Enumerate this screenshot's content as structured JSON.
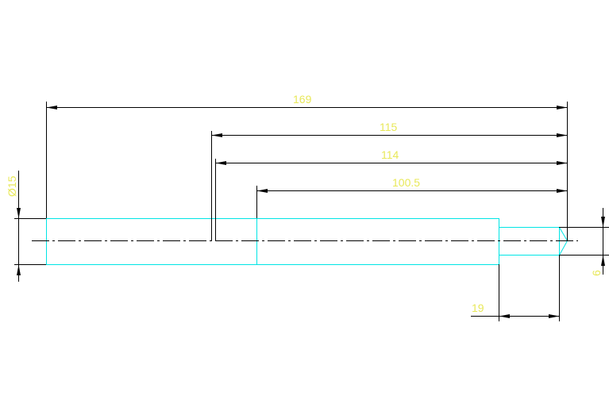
{
  "drawing": {
    "colors": {
      "outline": "#00e5e5",
      "dimension_text": "#e8e85a",
      "dimension_lines": "#000000",
      "background": "#ffffff"
    },
    "dimensions": {
      "overall_length": "169",
      "length_115": "115",
      "length_114": "114",
      "length_100_5": "100.5",
      "diameter_main": "Ø15",
      "diameter_tip": "6",
      "tip_length": "19"
    }
  }
}
